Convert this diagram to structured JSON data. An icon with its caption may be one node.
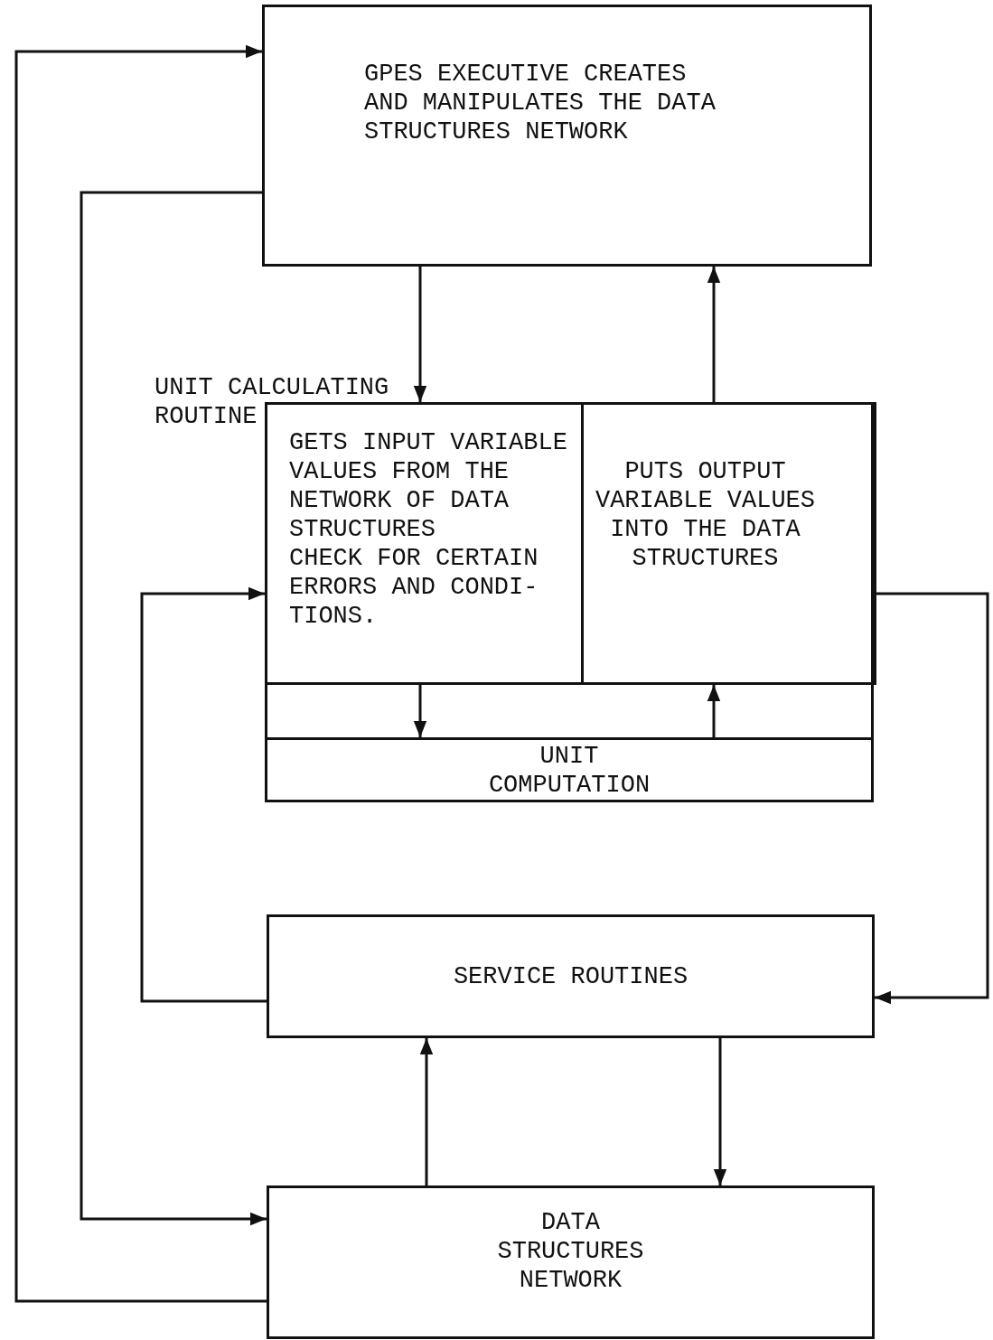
{
  "diagram": {
    "nodes": [
      {
        "text": [
          "GPES EXECUTIVE CREATES AND MANIPULATES THE DATA STRUCTURES NETWORK"
        ]
      },
      {
        "text": [
          "UNIT CALCULATING ROUTINE"
        ]
      },
      {
        "text": [
          "GETS INPUT VARIABLE VALUES FROM THE NETWORK OF DATA STRUCTURES",
          "CHECK FOR CERTAIN ERRORS AND CONDI- TIONS."
        ],
        "in": 1
      },
      {
        "text": [
          "PUTS OUTPUT VARIABLE VALUES INTO THE DATA STRUCTURES"
        ],
        "in": 1
      },
      {
        "text": [
          "UNIT COMPUTATION"
        ],
        "in": 1
      },
      {
        "text": [
          "SERVICE ROUTINES"
        ]
      },
      {
        "text": [
          "DATA STRUCTURES NETWORK"
        ]
      }
    ],
    "edges": [
      {
        "from": 6,
        "to": 0,
        "arrow": "to"
      },
      {
        "from": 0,
        "to": 6,
        "arrow": "to"
      },
      {
        "from": 0,
        "to": 2,
        "arrow": "to"
      },
      {
        "from": 3,
        "to": 0,
        "arrow": "to"
      },
      {
        "from": 2,
        "to": 4,
        "arrow": "to"
      },
      {
        "from": 4,
        "to": 3,
        "arrow": "to"
      },
      {
        "from": 3,
        "to": 5,
        "arrow": "to"
      },
      {
        "from": 5,
        "to": 2,
        "arrow": "to"
      },
      {
        "from": 6,
        "to": 5,
        "arrow": "to"
      },
      {
        "from": 5,
        "to": 6,
        "arrow": "to"
      }
    ]
  }
}
